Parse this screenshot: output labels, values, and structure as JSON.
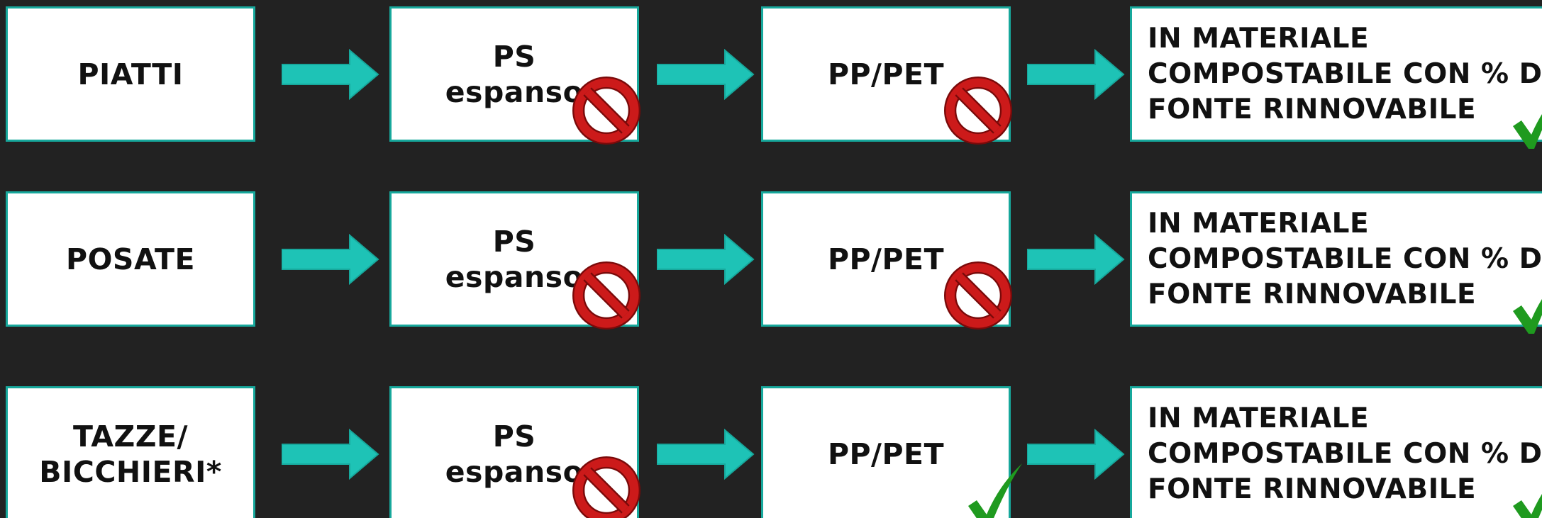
{
  "rows": [
    {
      "category": [
        "PIATTI"
      ],
      "stages": [
        {
          "lines": [
            "PS",
            "espanso"
          ],
          "status": "banned"
        },
        {
          "lines": [
            "PP/PET"
          ],
          "status": "banned"
        },
        {
          "lines": [
            "IN MATERIALE",
            "COMPOSTABILE CON % DI",
            "FONTE RINNOVABILE"
          ],
          "status": "allowed"
        }
      ]
    },
    {
      "category": [
        "POSATE"
      ],
      "stages": [
        {
          "lines": [
            "PS",
            "espanso"
          ],
          "status": "banned"
        },
        {
          "lines": [
            "PP/PET"
          ],
          "status": "banned"
        },
        {
          "lines": [
            "IN MATERIALE",
            "COMPOSTABILE CON % DI",
            "FONTE RINNOVABILE"
          ],
          "status": "allowed"
        }
      ]
    },
    {
      "category": [
        "TAZZE/",
        "BICCHIERI*"
      ],
      "stages": [
        {
          "lines": [
            "PS",
            "espanso"
          ],
          "status": "banned"
        },
        {
          "lines": [
            "PP/PET"
          ],
          "status": "allowed"
        },
        {
          "lines": [
            "IN MATERIALE",
            "COMPOSTABILE CON % DI",
            "FONTE RINNOVABILE"
          ],
          "status": "allowed"
        }
      ]
    }
  ],
  "icons": {
    "banned": "prohibition-icon",
    "allowed": "checkmark-icon",
    "connector": "right-arrow-icon"
  },
  "colors": {
    "background": "#222222",
    "box_border": "#17a89c",
    "arrow": "#1ec3b6",
    "prohibition": "#cc1a1a",
    "checkmark": "#1f9a1f"
  }
}
